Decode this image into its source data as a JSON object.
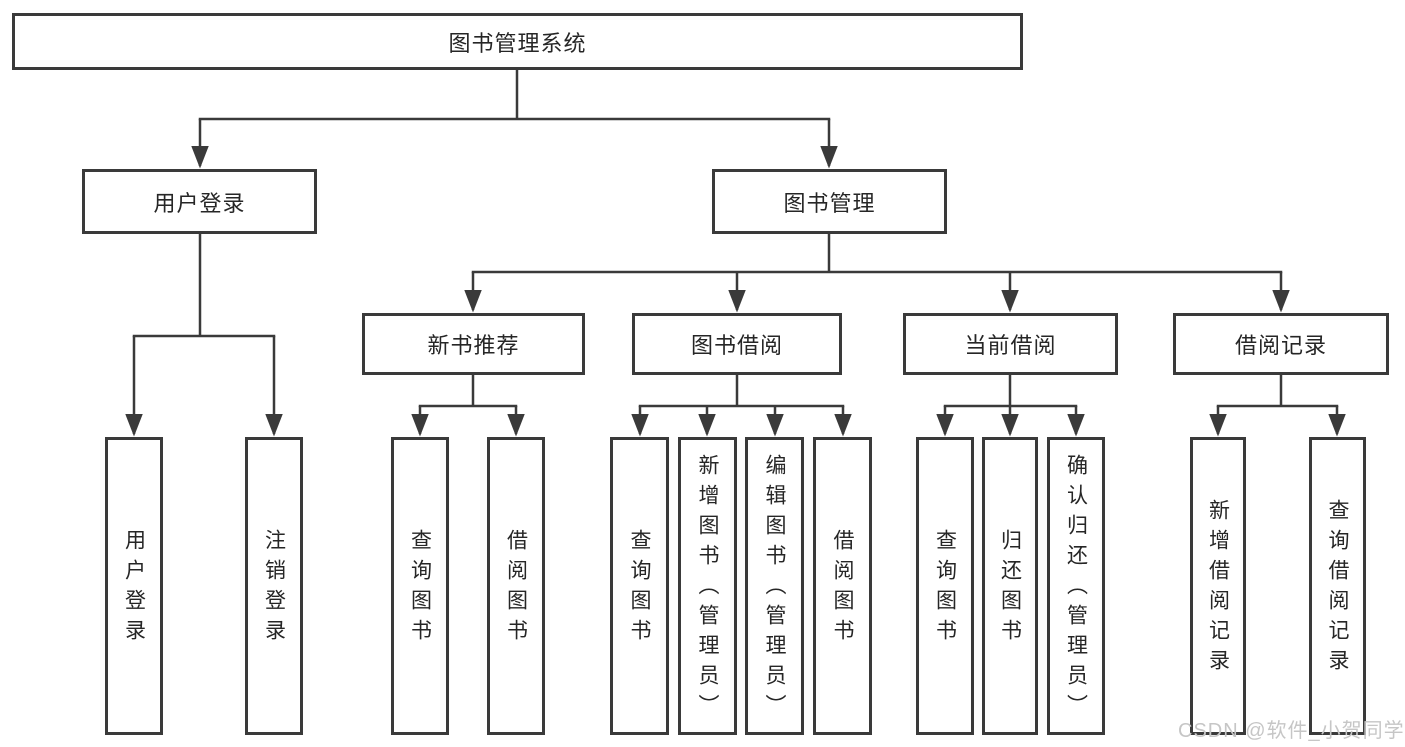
{
  "tree": {
    "root": "图书管理系统",
    "branches": [
      {
        "label": "用户登录",
        "children": [
          "用户登录",
          "注销登录"
        ]
      },
      {
        "label": "图书管理",
        "sections": [
          {
            "label": "新书推荐",
            "children": [
              "查询图书",
              "借阅图书"
            ]
          },
          {
            "label": "图书借阅",
            "children": [
              "查询图书",
              "新增图书（管理员）",
              "编辑图书（管理员）",
              "借阅图书"
            ]
          },
          {
            "label": "当前借阅",
            "children": [
              "查询图书",
              "归还图书",
              "确认归还（管理员）"
            ]
          },
          {
            "label": "借阅记录",
            "children": [
              "新增借阅记录",
              "查询借阅记录"
            ]
          }
        ]
      }
    ]
  },
  "watermark": "CSDN @软件_小贺同学",
  "colors": {
    "line": "#3a3a3a",
    "text": "#262626",
    "watermark": "#c6c6c6",
    "background": "#ffffff"
  }
}
